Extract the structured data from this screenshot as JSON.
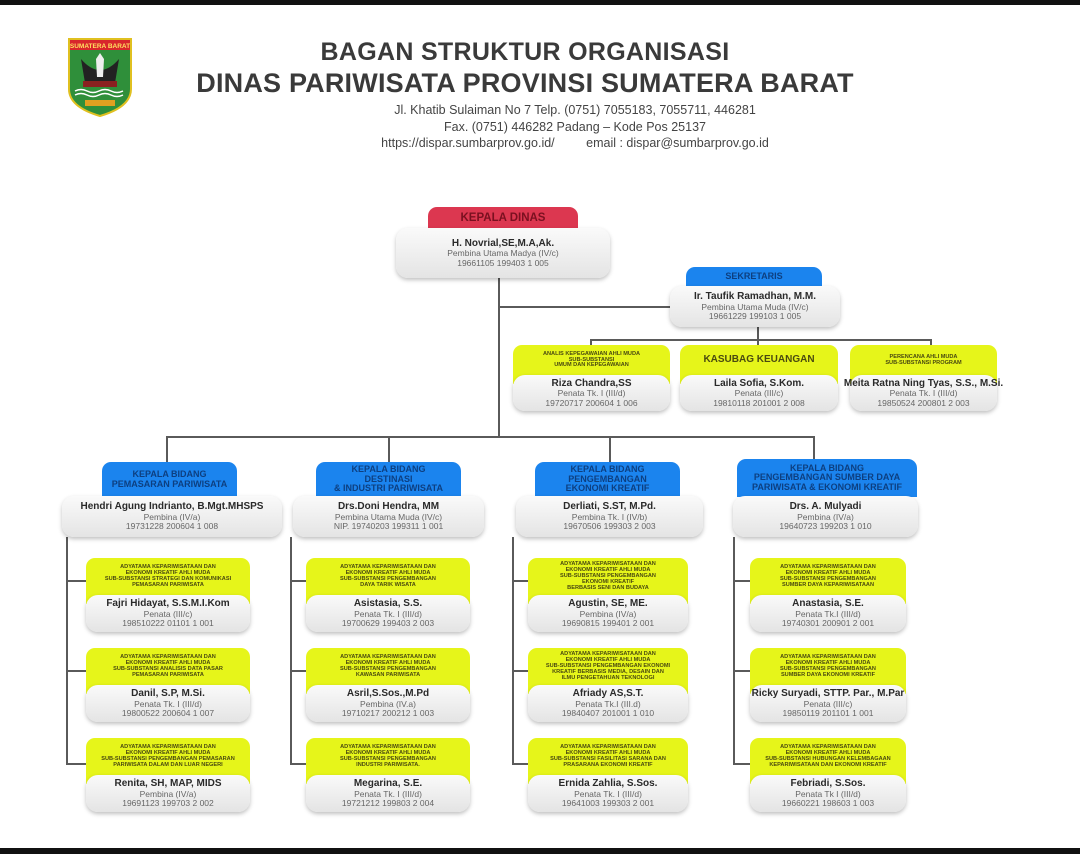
{
  "header": {
    "logo_text": "SUMATERA BARAT",
    "title_line1": "BAGAN STRUKTUR ORGANISASI",
    "title_line2": "DINAS PARIWISATA PROVINSI SUMATERA BARAT",
    "address_line1": "Jl. Khatib Sulaiman No 7 Telp. (0751) 7055183, 7055711, 446281",
    "address_line2": "Fax. (0751) 446282 Padang – Kode Pos 25137",
    "website": "https://dispar.sumbarprov.go.id/",
    "email": "email : dispar@sumbarprov.go.id"
  },
  "colors": {
    "kepala": "#dc3750",
    "kabid": "#1b84ee",
    "staff": "#e6f51a"
  },
  "kepala_dinas": {
    "title": "KEPALA DINAS",
    "name": "H. Novrial,SE,M.A,Ak.",
    "rank": "Pembina Utama Madya (IV/c)",
    "nip": "19661105 199403 1 005"
  },
  "sekretaris": {
    "title": "SEKRETARIS",
    "name": "Ir. Taufik Ramadhan, M.M.",
    "rank": "Pembina Utama Muda (IV/c)",
    "nip": "19661229 199103 1 005"
  },
  "sekretariat_staff": [
    {
      "title": "ANALIS KEPEGAWAIAN AHLI MUDA\nSUB-SUBSTANSI\nUMUM DAN KEPEGAWAIAN",
      "name": "Riza Chandra,SS",
      "rank": "Penata Tk. I (III/d)",
      "nip": "19720717 200604 1 006"
    },
    {
      "title": "KASUBAG KEUANGAN",
      "name": "Laila Sofia, S.Kom.",
      "rank": "Penata (III/c)",
      "nip": "19810118 201001 2 008"
    },
    {
      "title": "PERENCANA AHLI MUDA\nSUB-SUBSTANSI PROGRAM",
      "name": "Meita Ratna Ning Tyas, S.S., M.Si.",
      "rank": "Penata Tk. I (III/d)",
      "nip": "19850524 200801 2 003"
    }
  ],
  "bidang": [
    {
      "title": "KEPALA BIDANG\nPEMASARAN PARIWISATA",
      "name": "Hendri Agung Indrianto, B.Mgt.MHSPS",
      "rank": "Pembina (IV/a)",
      "nip": "19731228 200604 1 008",
      "staff": [
        {
          "title": "ADYATAMA KEPARIWISATAAN DAN\nEKONOMI KREATIF AHLI MUDA\nSUB-SUBSTANSI STRATEGI DAN KOMUNIKASI\nPEMASARAN PARIWISATA",
          "name": "Fajri Hidayat, S.S.M.I.Kom",
          "rank": "Penata (III/c)",
          "nip": "198510222 01101 1 001"
        },
        {
          "title": "ADYATAMA KEPARIWISATAAN DAN\nEKONOMI KREATIF AHLI MUDA\nSUB-SUBSTANSI ANALISIS DATA PASAR\nPEMASARAN PARIWISATA",
          "name": "Danil, S.P, M.Si.",
          "rank": "Penata Tk. I (III/d)",
          "nip": "19800522 200604 1 007"
        },
        {
          "title": "ADYATAMA KEPARIWISATAAN DAN\nEKONOMI KREATIF AHLI MUDA\nSUB-SUBSTANSI PENGEMBANGAN PEMASARAN\nPARIWISATA DALAM DAN LUAR NEGERI",
          "name": "Renita, SH, MAP, MIDS",
          "rank": "Pembina (IV/a)",
          "nip": "19691123 199703 2 002"
        }
      ]
    },
    {
      "title": "KEPALA BIDANG\nDESTINASI\n& INDUSTRI PARIWISATA",
      "name": "Drs.Doni Hendra, MM",
      "rank": "Pembina Utama Muda (IV/c)",
      "nip": "NIP. 19740203 199311 1 001",
      "staff": [
        {
          "title": "ADYATAMA KEPARIWISATAAN DAN\nEKONOMI KREATIF AHLI MUDA\nSUB-SUBSTANSI PENGEMBANGAN\nDAYA TARIK WISATA",
          "name": "Asistasia, S.S.",
          "rank": "Penata Tk. I (III/d)",
          "nip": "19700629 199403 2 003"
        },
        {
          "title": "ADYATAMA KEPARIWISATAAN DAN\nEKONOMI KREATIF AHLI MUDA\nSUB-SUBSTANSI PENGEMBANGAN\nKAWASAN PARIWISATA",
          "name": "Asril,S.Sos.,M.Pd",
          "rank": "Pembina (IV.a)",
          "nip": "19710217 200212 1 003"
        },
        {
          "title": "ADYATAMA KEPARIWISATAAN DAN\nEKONOMI KREATIF AHLI MUDA\nSUB-SUBSTANSI PENGEMBANGAN\nINDUSTRI PARIWISATA.",
          "name": "Megarina, S.E.",
          "rank": "Penata Tk. I (III/d)",
          "nip": "19721212 199803 2 004"
        }
      ]
    },
    {
      "title": "KEPALA BIDANG\nPENGEMBANGAN\nEKONOMI KREATIF",
      "name": "Derliati, S.ST, M.Pd.",
      "rank": "Pembina Tk. I (IV/b)",
      "nip": "19670506 199303 2 003",
      "staff": [
        {
          "title": "ADYATAMA KEPARIWISATAAN DAN\nEKONOMI KREATIF AHLI MUDA\nSUB-SUBSTANSI PENGEMBANGAN\nEKONOMI KREATIF\nBERBASIS SENI DAN BUDAYA",
          "name": "Agustin, SE, ME.",
          "rank": "Pembina (IV/a)",
          "nip": "19690815 199401 2 001"
        },
        {
          "title": "ADYATAMA KEPARIWISATAAN DAN\nEKONOMI KREATIF AHLI MUDA\nSUB-SUBSTANSI PENGEMBANGAN EKONOMI\nKREATIF BERBASIS MEDIA, DESAIN DAN\nILMU PENGETAHUAN TEKNOLOGI",
          "name": "Afriady AS,S.T.",
          "rank": "Penata Tk.I (III.d)",
          "nip": "19840407 201001 1 010"
        },
        {
          "title": "ADYATAMA KEPARIWISATAAN DAN\nEKONOMI KREATIF AHLI MUDA\nSUB-SUBSTANSI FASILITASI SARANA DAN\nPRASARANA EKONOMI KREATIF",
          "name": "Ernida Zahlia, S.Sos.",
          "rank": "Penata Tk. I (III/d)",
          "nip": "19641003 199303 2 001"
        }
      ]
    },
    {
      "title": "KEPALA BIDANG\nPENGEMBANGAN SUMBER DAYA\nPARIWISATA & EKONOMI KREATIF",
      "name": "Drs. A. Mulyadi",
      "rank": "Pembina (IV/a)",
      "nip": "19640723 199203 1 010",
      "staff": [
        {
          "title": "ADYATAMA KEPARIWISATAAN DAN\nEKONOMI KREATIF AHLI MUDA\nSUB-SUBSTANSI PENGEMBANGAN\nSUMBER DAYA KEPARIWISATAAN",
          "name": "Anastasia, S.E.",
          "rank": "Penata Tk.I (III/d)",
          "nip": "19740301 200901 2 001"
        },
        {
          "title": "ADYATAMA KEPARIWISATAAN DAN\nEKONOMI KREATIF AHLI MUDA\nSUB-SUBSTANSI PENGEMBANGAN\nSUMBER DAYA EKONOMI KREATIF",
          "name": "Ricky Suryadi, STTP. Par., M.Par",
          "rank": "Penata (III/c)",
          "nip": "19850119 201101 1 001"
        },
        {
          "title": "ADYATAMA KEPARIWISATAAN DAN\nEKONOMI KREATIF AHLI MUDA\nSUB-SUBSTANSI HUBUNGAN KELEMBAGAAN\nKEPARIWISATAAN DAN EKONOMI KREATIF",
          "name": "Febriadi, S.Sos.",
          "rank": "Penata Tk I (III/d)",
          "nip": "19660221 198603 1 003"
        }
      ]
    }
  ]
}
